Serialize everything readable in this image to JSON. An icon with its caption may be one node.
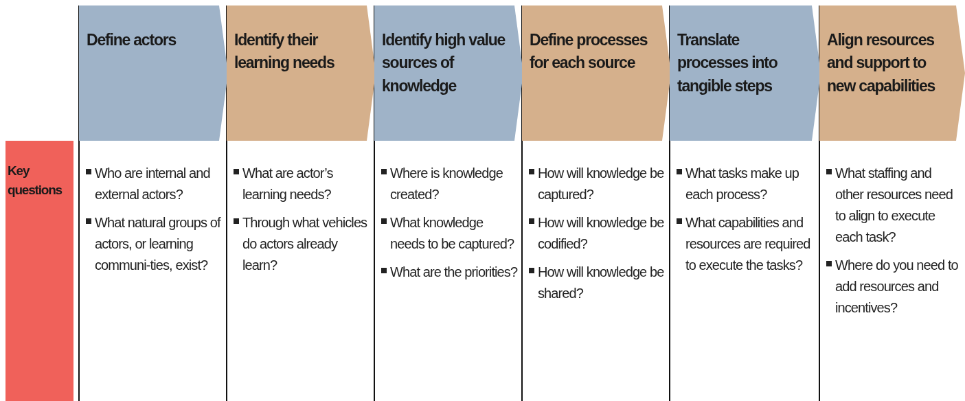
{
  "diagram": {
    "nodes": [
      {
        "text": [
          "Define actors"
        ]
      },
      {
        "text": [
          "Identify their learning needs"
        ]
      },
      {
        "text": [
          "Identify high value sources of knowledge"
        ]
      },
      {
        "text": [
          "Define processes for each source"
        ]
      },
      {
        "text": [
          "Translate processes into tangible steps"
        ]
      },
      {
        "text": [
          "Align resources and support to new capabilities"
        ]
      },
      {
        "text": [
          "Key questions"
        ]
      },
      {
        "text": [
          "Who are internal and external actors?",
          "What natural groups of actors, or learning communi-ties, exist?"
        ]
      },
      {
        "text": [
          "What are actor’s learning needs?",
          "Through what vehicles do actors already learn?"
        ]
      },
      {
        "text": [
          "Where is knowledge created?",
          "What knowledge needs to be captured?",
          "What are the priorities?"
        ]
      },
      {
        "text": [
          "How will knowledge be captured?",
          "How will knowledge be codified?",
          "How will knowledge be shared?"
        ]
      },
      {
        "text": [
          "What tasks make up each process?",
          "What capabilities and resources are required to execute the tasks?"
        ]
      },
      {
        "text": [
          "What staffing and other resources need to align to execute each task?",
          "Where do you need to add resources and incentives?"
        ]
      }
    ]
  }
}
